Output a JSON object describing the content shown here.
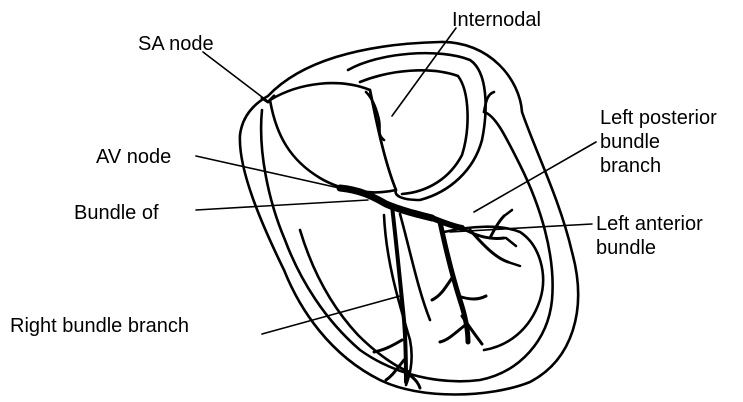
{
  "diagram": {
    "labels": {
      "sa_node": "SA node",
      "internodal": "Internodal",
      "av_node": "AV node",
      "bundle_of": "Bundle of",
      "left_posterior": [
        "Left posterior",
        "bundle",
        "branch"
      ],
      "left_anterior": [
        "Left anterior",
        "bundle"
      ],
      "right_bundle_branch": "Right bundle branch"
    },
    "colors": {
      "ink": "#000000",
      "background": "#ffffff"
    }
  }
}
